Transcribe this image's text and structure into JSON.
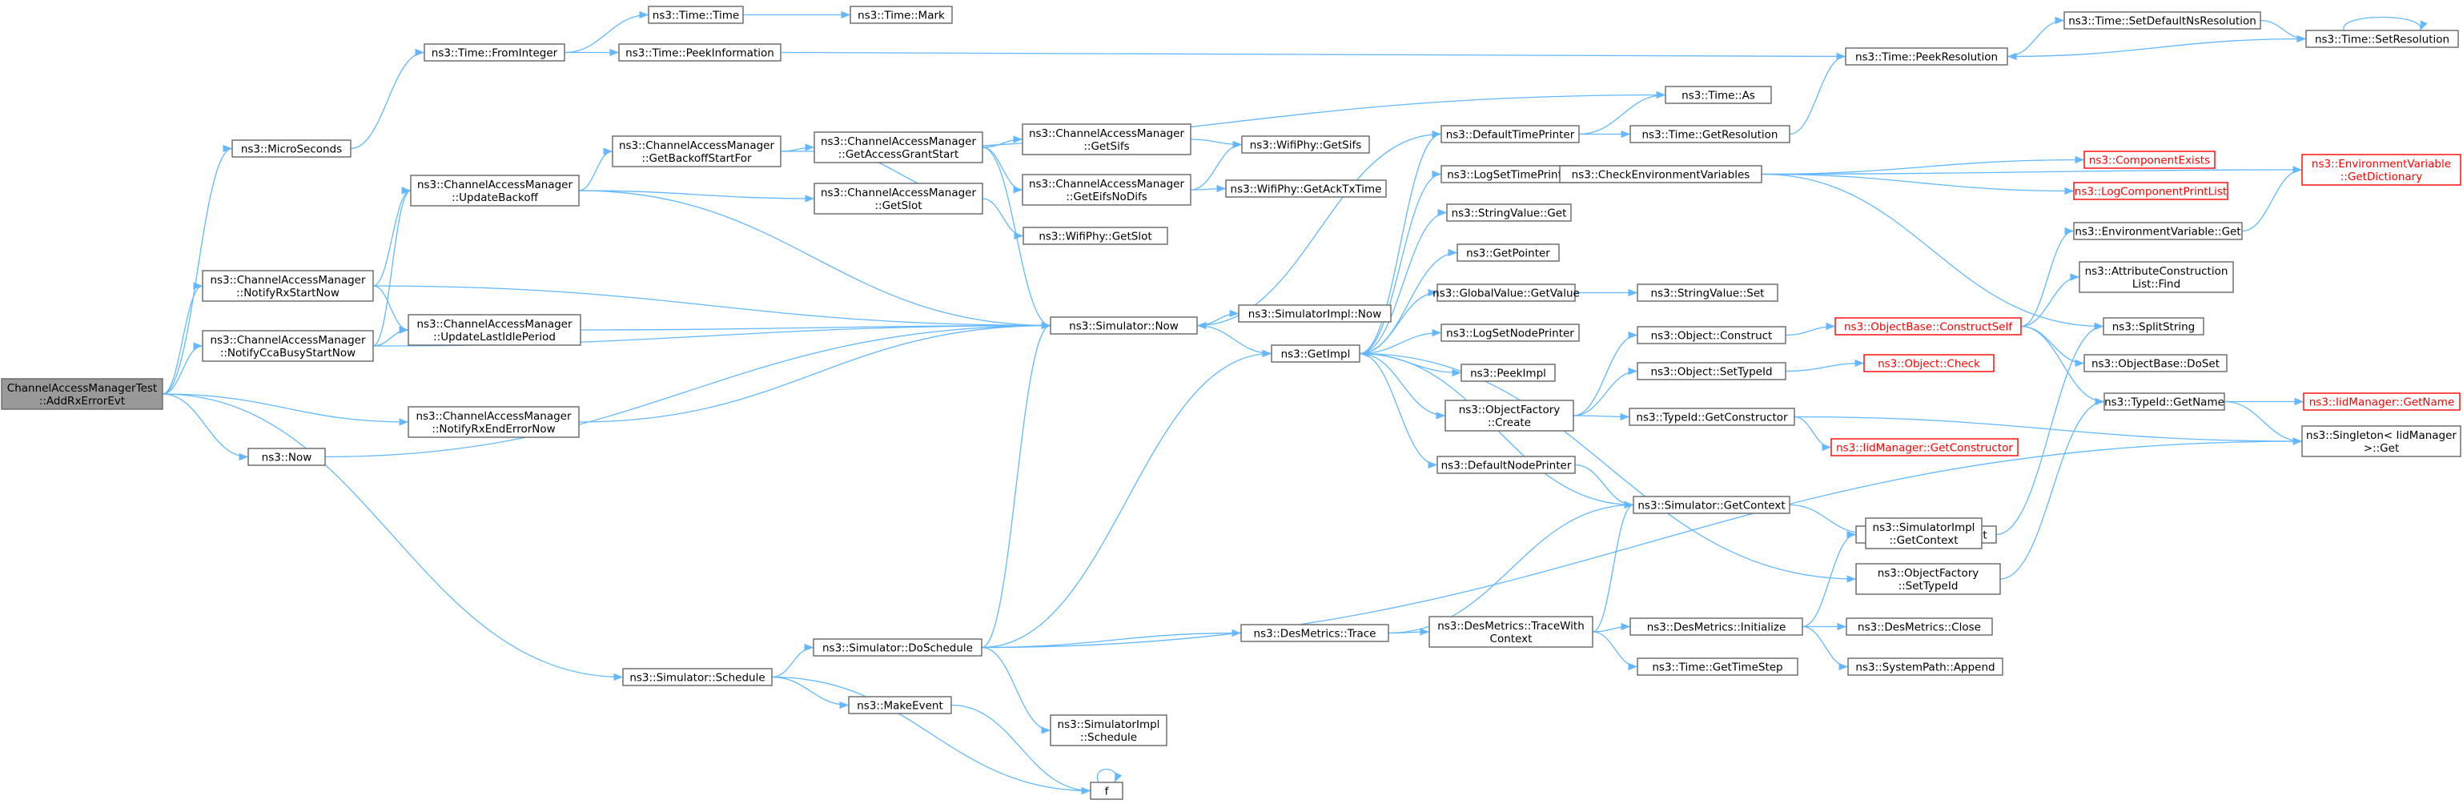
{
  "nodes": [
    {
      "id": "root",
      "lines": [
        "ChannelAccessManagerTest",
        "::AddRxErrorEvt"
      ],
      "style": "root"
    },
    {
      "id": "microseconds",
      "lines": [
        "ns3::MicroSeconds"
      ]
    },
    {
      "id": "fromint",
      "lines": [
        "ns3::Time::FromInteger"
      ]
    },
    {
      "id": "timetime",
      "lines": [
        "ns3::Time::Time"
      ]
    },
    {
      "id": "timemark",
      "lines": [
        "ns3::Time::Mark"
      ]
    },
    {
      "id": "peekinfo",
      "lines": [
        "ns3::Time::PeekInformation"
      ]
    },
    {
      "id": "peekres",
      "lines": [
        "ns3::Time::PeekResolution"
      ]
    },
    {
      "id": "setdefns",
      "lines": [
        "ns3::Time::SetDefaultNsResolution"
      ]
    },
    {
      "id": "setres",
      "lines": [
        "ns3::Time::SetResolution"
      ]
    },
    {
      "id": "notifyrx",
      "lines": [
        "ns3::ChannelAccessManager",
        "::NotifyRxStartNow"
      ]
    },
    {
      "id": "notifycca",
      "lines": [
        "ns3::ChannelAccessManager",
        "::NotifyCcaBusyStartNow"
      ]
    },
    {
      "id": "notifyrxend",
      "lines": [
        "ns3::ChannelAccessManager",
        "::NotifyRxEndErrorNow"
      ]
    },
    {
      "id": "now",
      "lines": [
        "ns3::Now"
      ]
    },
    {
      "id": "schedule",
      "lines": [
        "ns3::Simulator::Schedule"
      ]
    },
    {
      "id": "updatebackoff",
      "lines": [
        "ns3::ChannelAccessManager",
        "::UpdateBackoff"
      ]
    },
    {
      "id": "updatelastidle",
      "lines": [
        "ns3::ChannelAccessManager",
        "::UpdateLastIdlePeriod"
      ]
    },
    {
      "id": "getbackoffstart",
      "lines": [
        "ns3::ChannelAccessManager",
        "::GetBackoffStartFor"
      ]
    },
    {
      "id": "getaccessgrant",
      "lines": [
        "ns3::ChannelAccessManager",
        "::GetAccessGrantStart"
      ]
    },
    {
      "id": "getslot",
      "lines": [
        "ns3::ChannelAccessManager",
        "::GetSlot"
      ]
    },
    {
      "id": "getsifs",
      "lines": [
        "ns3::ChannelAccessManager",
        "::GetSifs"
      ]
    },
    {
      "id": "geteifs",
      "lines": [
        "ns3::ChannelAccessManager",
        "::GetEifsNoDifs"
      ]
    },
    {
      "id": "phygetsifs",
      "lines": [
        "ns3::WifiPhy::GetSifs"
      ]
    },
    {
      "id": "phygetack",
      "lines": [
        "ns3::WifiPhy::GetAckTxTime"
      ]
    },
    {
      "id": "phygetslot",
      "lines": [
        "ns3::WifiPhy::GetSlot"
      ]
    },
    {
      "id": "simnow",
      "lines": [
        "ns3::Simulator::Now"
      ]
    },
    {
      "id": "simimplnow",
      "lines": [
        "ns3::SimulatorImpl::Now"
      ]
    },
    {
      "id": "getimpl",
      "lines": [
        "ns3::GetImpl"
      ]
    },
    {
      "id": "doschedule",
      "lines": [
        "ns3::Simulator::DoSchedule"
      ]
    },
    {
      "id": "makeevent",
      "lines": [
        "ns3::MakeEvent"
      ]
    },
    {
      "id": "f",
      "lines": [
        "f"
      ]
    },
    {
      "id": "simimplsched",
      "lines": [
        "ns3::SimulatorImpl",
        "::Schedule"
      ]
    },
    {
      "id": "desmetricstrace",
      "lines": [
        "ns3::DesMetrics::Trace"
      ]
    },
    {
      "id": "tracewith",
      "lines": [
        "ns3::DesMetrics::TraceWith",
        "Context"
      ]
    },
    {
      "id": "desinit",
      "lines": [
        "ns3::DesMetrics::Initialize"
      ]
    },
    {
      "id": "gettimestep",
      "lines": [
        "ns3::Time::GetTimeStep"
      ]
    },
    {
      "id": "desclose",
      "lines": [
        "ns3::DesMetrics::Close"
      ]
    },
    {
      "id": "sysappend",
      "lines": [
        "ns3::SystemPath::Append"
      ]
    },
    {
      "id": "syssplit",
      "lines": [
        "ns3::SystemPath::Split"
      ]
    },
    {
      "id": "objfactsettype",
      "lines": [
        "ns3::ObjectFactory",
        "::SetTypeId"
      ]
    },
    {
      "id": "defaulttimeprinter",
      "lines": [
        "ns3::DefaultTimePrinter"
      ]
    },
    {
      "id": "logsettimeprinter",
      "lines": [
        "ns3::LogSetTimePrinter"
      ]
    },
    {
      "id": "stringvalueget",
      "lines": [
        "ns3::StringValue::Get"
      ]
    },
    {
      "id": "getpointer",
      "lines": [
        "ns3::GetPointer"
      ]
    },
    {
      "id": "globalvalueget",
      "lines": [
        "ns3::GlobalValue::GetValue"
      ]
    },
    {
      "id": "logsetnodeprinter",
      "lines": [
        "ns3::LogSetNodePrinter"
      ]
    },
    {
      "id": "peekimpl",
      "lines": [
        "ns3::PeekImpl"
      ]
    },
    {
      "id": "objfactcreate",
      "lines": [
        "ns3::ObjectFactory",
        "::Create"
      ]
    },
    {
      "id": "defaultnodeprinter",
      "lines": [
        "ns3::DefaultNodePrinter"
      ]
    },
    {
      "id": "simgetcontext",
      "lines": [
        "ns3::Simulator::GetContext"
      ]
    },
    {
      "id": "simimplgetcontext",
      "lines": [
        "ns3::SimulatorImpl",
        "::GetContext"
      ]
    },
    {
      "id": "timeas",
      "lines": [
        "ns3::Time::As"
      ]
    },
    {
      "id": "timegetres",
      "lines": [
        "ns3::Time::GetResolution"
      ]
    },
    {
      "id": "stringvalueset",
      "lines": [
        "ns3::StringValue::Set"
      ]
    },
    {
      "id": "objconstruct",
      "lines": [
        "ns3::Object::Construct"
      ]
    },
    {
      "id": "objsettype",
      "lines": [
        "ns3::Object::SetTypeId"
      ]
    },
    {
      "id": "typeidgetctor",
      "lines": [
        "ns3::TypeId::GetConstructor"
      ]
    },
    {
      "id": "checkenv",
      "lines": [
        "ns3::CheckEnvironmentVariables"
      ]
    },
    {
      "id": "componentexists",
      "lines": [
        "ns3::ComponentExists"
      ],
      "style": "red"
    },
    {
      "id": "logcompprint",
      "lines": [
        "ns3::LogComponentPrintList"
      ],
      "style": "red"
    },
    {
      "id": "envvarget",
      "lines": [
        "ns3::EnvironmentVariable::Get"
      ]
    },
    {
      "id": "attrconstruct",
      "lines": [
        "ns3::AttributeConstruction",
        "List::Find"
      ]
    },
    {
      "id": "splitstring",
      "lines": [
        "ns3::SplitString"
      ]
    },
    {
      "id": "objbaseconstructself",
      "lines": [
        "ns3::ObjectBase::ConstructSelf"
      ],
      "style": "red"
    },
    {
      "id": "objbasedoset",
      "lines": [
        "ns3::ObjectBase::DoSet"
      ]
    },
    {
      "id": "objcheck",
      "lines": [
        "ns3::Object::Check"
      ],
      "style": "red"
    },
    {
      "id": "iidgetctor",
      "lines": [
        "ns3::IidManager::GetConstructor"
      ],
      "style": "red"
    },
    {
      "id": "typeidgetname",
      "lines": [
        "ns3::TypeId::GetName"
      ]
    },
    {
      "id": "iidgetname",
      "lines": [
        "ns3::IidManager::GetName"
      ],
      "style": "red"
    },
    {
      "id": "envgetdict",
      "lines": [
        "ns3::EnvironmentVariable",
        "::GetDictionary"
      ],
      "style": "red"
    },
    {
      "id": "singletonget",
      "lines": [
        "ns3::Singleton< IidManager",
        ">::Get"
      ]
    }
  ],
  "edges": [
    [
      "root",
      "microseconds"
    ],
    [
      "root",
      "notifyrx"
    ],
    [
      "root",
      "notifycca"
    ],
    [
      "root",
      "notifyrxend"
    ],
    [
      "root",
      "now"
    ],
    [
      "root",
      "schedule"
    ],
    [
      "microseconds",
      "fromint"
    ],
    [
      "fromint",
      "timetime"
    ],
    [
      "fromint",
      "peekinfo"
    ],
    [
      "timetime",
      "timemark"
    ],
    [
      "peekinfo",
      "peekres"
    ],
    [
      "peekres",
      "setdefns"
    ],
    [
      "setdefns",
      "setres"
    ],
    [
      "setres",
      "peekres"
    ],
    [
      "setres",
      "setres"
    ],
    [
      "notifyrx",
      "updatebackoff"
    ],
    [
      "notifyrx",
      "updatelastidle"
    ],
    [
      "notifyrx",
      "simnow"
    ],
    [
      "notifycca",
      "updatebackoff"
    ],
    [
      "notifycca",
      "updatelastidle"
    ],
    [
      "notifycca",
      "simnow"
    ],
    [
      "notifyrxend",
      "simnow"
    ],
    [
      "now",
      "simnow"
    ],
    [
      "updatebackoff",
      "getbackoffstart"
    ],
    [
      "updatebackoff",
      "getslot"
    ],
    [
      "updatebackoff",
      "simnow"
    ],
    [
      "updatelastidle",
      "simnow"
    ],
    [
      "getbackoffstart",
      "getaccessgrant"
    ],
    [
      "getbackoffstart",
      "timeas"
    ],
    [
      "getaccessgrant",
      "getsifs"
    ],
    [
      "getaccessgrant",
      "geteifs"
    ],
    [
      "getaccessgrant",
      "getslot"
    ],
    [
      "getaccessgrant",
      "simnow"
    ],
    [
      "getsifs",
      "phygetsifs"
    ],
    [
      "geteifs",
      "phygetsifs"
    ],
    [
      "geteifs",
      "phygetack"
    ],
    [
      "getslot",
      "phygetslot"
    ],
    [
      "simnow",
      "simimplnow"
    ],
    [
      "simnow",
      "getimpl"
    ],
    [
      "getimpl",
      "defaulttimeprinter"
    ],
    [
      "getimpl",
      "logsettimeprinter"
    ],
    [
      "getimpl",
      "stringvalueget"
    ],
    [
      "getimpl",
      "getpointer"
    ],
    [
      "getimpl",
      "globalvalueget"
    ],
    [
      "getimpl",
      "logsetnodeprinter"
    ],
    [
      "getimpl",
      "peekimpl"
    ],
    [
      "getimpl",
      "objfactcreate"
    ],
    [
      "getimpl",
      "defaultnodeprinter"
    ],
    [
      "getimpl",
      "objfactsettype"
    ],
    [
      "defaulttimeprinter",
      "simnow"
    ],
    [
      "defaulttimeprinter",
      "timeas"
    ],
    [
      "defaulttimeprinter",
      "timegetres"
    ],
    [
      "timegetres",
      "peekres"
    ],
    [
      "logsettimeprinter",
      "checkenv"
    ],
    [
      "globalvalueget",
      "stringvalueset"
    ],
    [
      "objfactcreate",
      "objconstruct"
    ],
    [
      "objfactcreate",
      "objsettype"
    ],
    [
      "objfactcreate",
      "typeidgetctor"
    ],
    [
      "defaultnodeprinter",
      "simgetcontext"
    ],
    [
      "simgetcontext",
      "getimpl"
    ],
    [
      "simgetcontext",
      "simimplgetcontext"
    ],
    [
      "objconstruct",
      "objbaseconstructself"
    ],
    [
      "objsettype",
      "objcheck"
    ],
    [
      "typeidgetctor",
      "iidgetctor"
    ],
    [
      "typeidgetctor",
      "singletonget"
    ],
    [
      "checkenv",
      "componentexists"
    ],
    [
      "checkenv",
      "logcompprint"
    ],
    [
      "checkenv",
      "envgetdict"
    ],
    [
      "checkenv",
      "splitstring"
    ],
    [
      "objbaseconstructself",
      "envvarget"
    ],
    [
      "objbaseconstructself",
      "attrconstruct"
    ],
    [
      "objbaseconstructself",
      "objbasedoset"
    ],
    [
      "objbaseconstructself",
      "typeidgetname"
    ],
    [
      "envvarget",
      "envgetdict"
    ],
    [
      "typeidgetname",
      "iidgetname"
    ],
    [
      "typeidgetname",
      "singletonget"
    ],
    [
      "schedule",
      "doschedule"
    ],
    [
      "schedule",
      "makeevent"
    ],
    [
      "schedule",
      "f"
    ],
    [
      "doschedule",
      "simnow"
    ],
    [
      "doschedule",
      "getimpl"
    ],
    [
      "doschedule",
      "desmetricstrace"
    ],
    [
      "doschedule",
      "simimplsched"
    ],
    [
      "doschedule",
      "singletonget"
    ],
    [
      "makeevent",
      "f"
    ],
    [
      "f",
      "f"
    ],
    [
      "desmetricstrace",
      "tracewith"
    ],
    [
      "desmetricstrace",
      "simgetcontext"
    ],
    [
      "tracewith",
      "desinit"
    ],
    [
      "tracewith",
      "gettimestep"
    ],
    [
      "tracewith",
      "simgetcontext"
    ],
    [
      "desinit",
      "desclose"
    ],
    [
      "desinit",
      "sysappend"
    ],
    [
      "desinit",
      "syssplit"
    ],
    [
      "syssplit",
      "splitstring"
    ],
    [
      "objfactsettype",
      "typeidgetname"
    ]
  ]
}
